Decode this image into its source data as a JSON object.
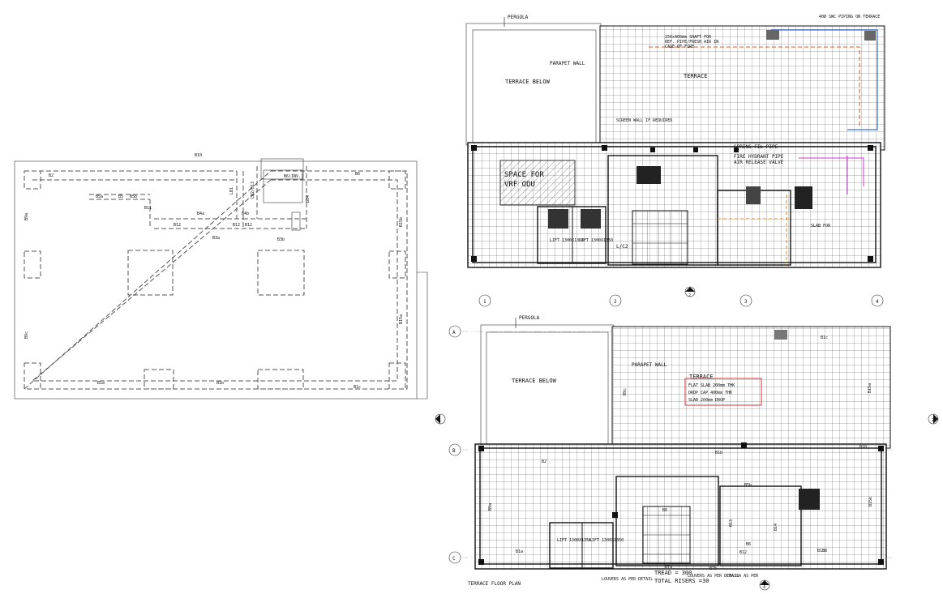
{
  "left_plan": {
    "beam_labels": [
      "B10",
      "B2",
      "B6(INV.)",
      "B6",
      "B5a",
      "B5",
      "B5b",
      "B11",
      "LB1",
      "LB2/B13",
      "B14",
      "B4a",
      "B4b",
      "B12",
      "B12",
      "B12",
      "B3a",
      "B3b",
      "B9a",
      "B15b",
      "B9c",
      "B15a",
      "B1a",
      "B1b",
      "B1c"
    ]
  },
  "upper_plan": {
    "labels": {
      "pergola": "PERGOLA",
      "terrace_below": "TERRACE BELOW",
      "parapet_wall": "PARAPET WALL",
      "terrace": "TERRACE",
      "space_for_vrf": "SPACE FOR",
      "space_for_vrf2": "VRF ODU",
      "ref_note1": "250x400mm SHAFT FOR",
      "ref_note2": "REF. PIPE/FRESH AIR IN",
      "ref_note3": "CASE OF FIRE",
      "hydrant": "FIRE HYDRANT PIPE",
      "air_release": "AIR RELEASE VALVE",
      "spring": "SPRING FIL PIPE",
      "lift1": "LIFT 1300X1350",
      "lift2": "LIFT 1300X1350",
      "lc2": "L/C2",
      "slab_note": "SLAB FOR",
      "sw_pipe": "40Ø SWC PIPING ON TERRACE",
      "screen_wall": "SCREEN WALL IF REQUIRED"
    }
  },
  "grid": {
    "columns": [
      "1",
      "2",
      "3",
      "4"
    ],
    "rows": [
      "A",
      "B",
      "C"
    ],
    "section_marks": [
      "2",
      "1",
      "2",
      "4"
    ]
  },
  "lower_plan": {
    "labels": {
      "pergola": "PERGOLA",
      "terrace_below": "TERRACE BELOW",
      "parapet_wall": "PARAPET WALL",
      "terrace": "TERRACE",
      "slab1": "FLAT SLAB 200mm THK",
      "slab2": "DROP CAP 400mm THK",
      "slab3": "SLAB 200mm DROP",
      "lift1": "LIFT 1300X1350",
      "lift2": "LIFT 1300X1350",
      "tread": "TREAD = 300",
      "risers": "TOTAL RISERS =30",
      "louvers1": "LOUVERS AS PER DETAIL",
      "louvers2": "LOUVERS AS PER DETAIL",
      "chajja": "CHAJJA AS PER",
      "beams": [
        "B1c",
        "B9c",
        "B15a",
        "B2",
        "B15b",
        "B9a",
        "B1b",
        "B1a",
        "B10",
        "B5b",
        "B6",
        "B7a",
        "B7b",
        "B6",
        "B15",
        "B13",
        "B12",
        "B14",
        "B8"
      ]
    },
    "title": "TERRACE FLOOR PLAN"
  }
}
